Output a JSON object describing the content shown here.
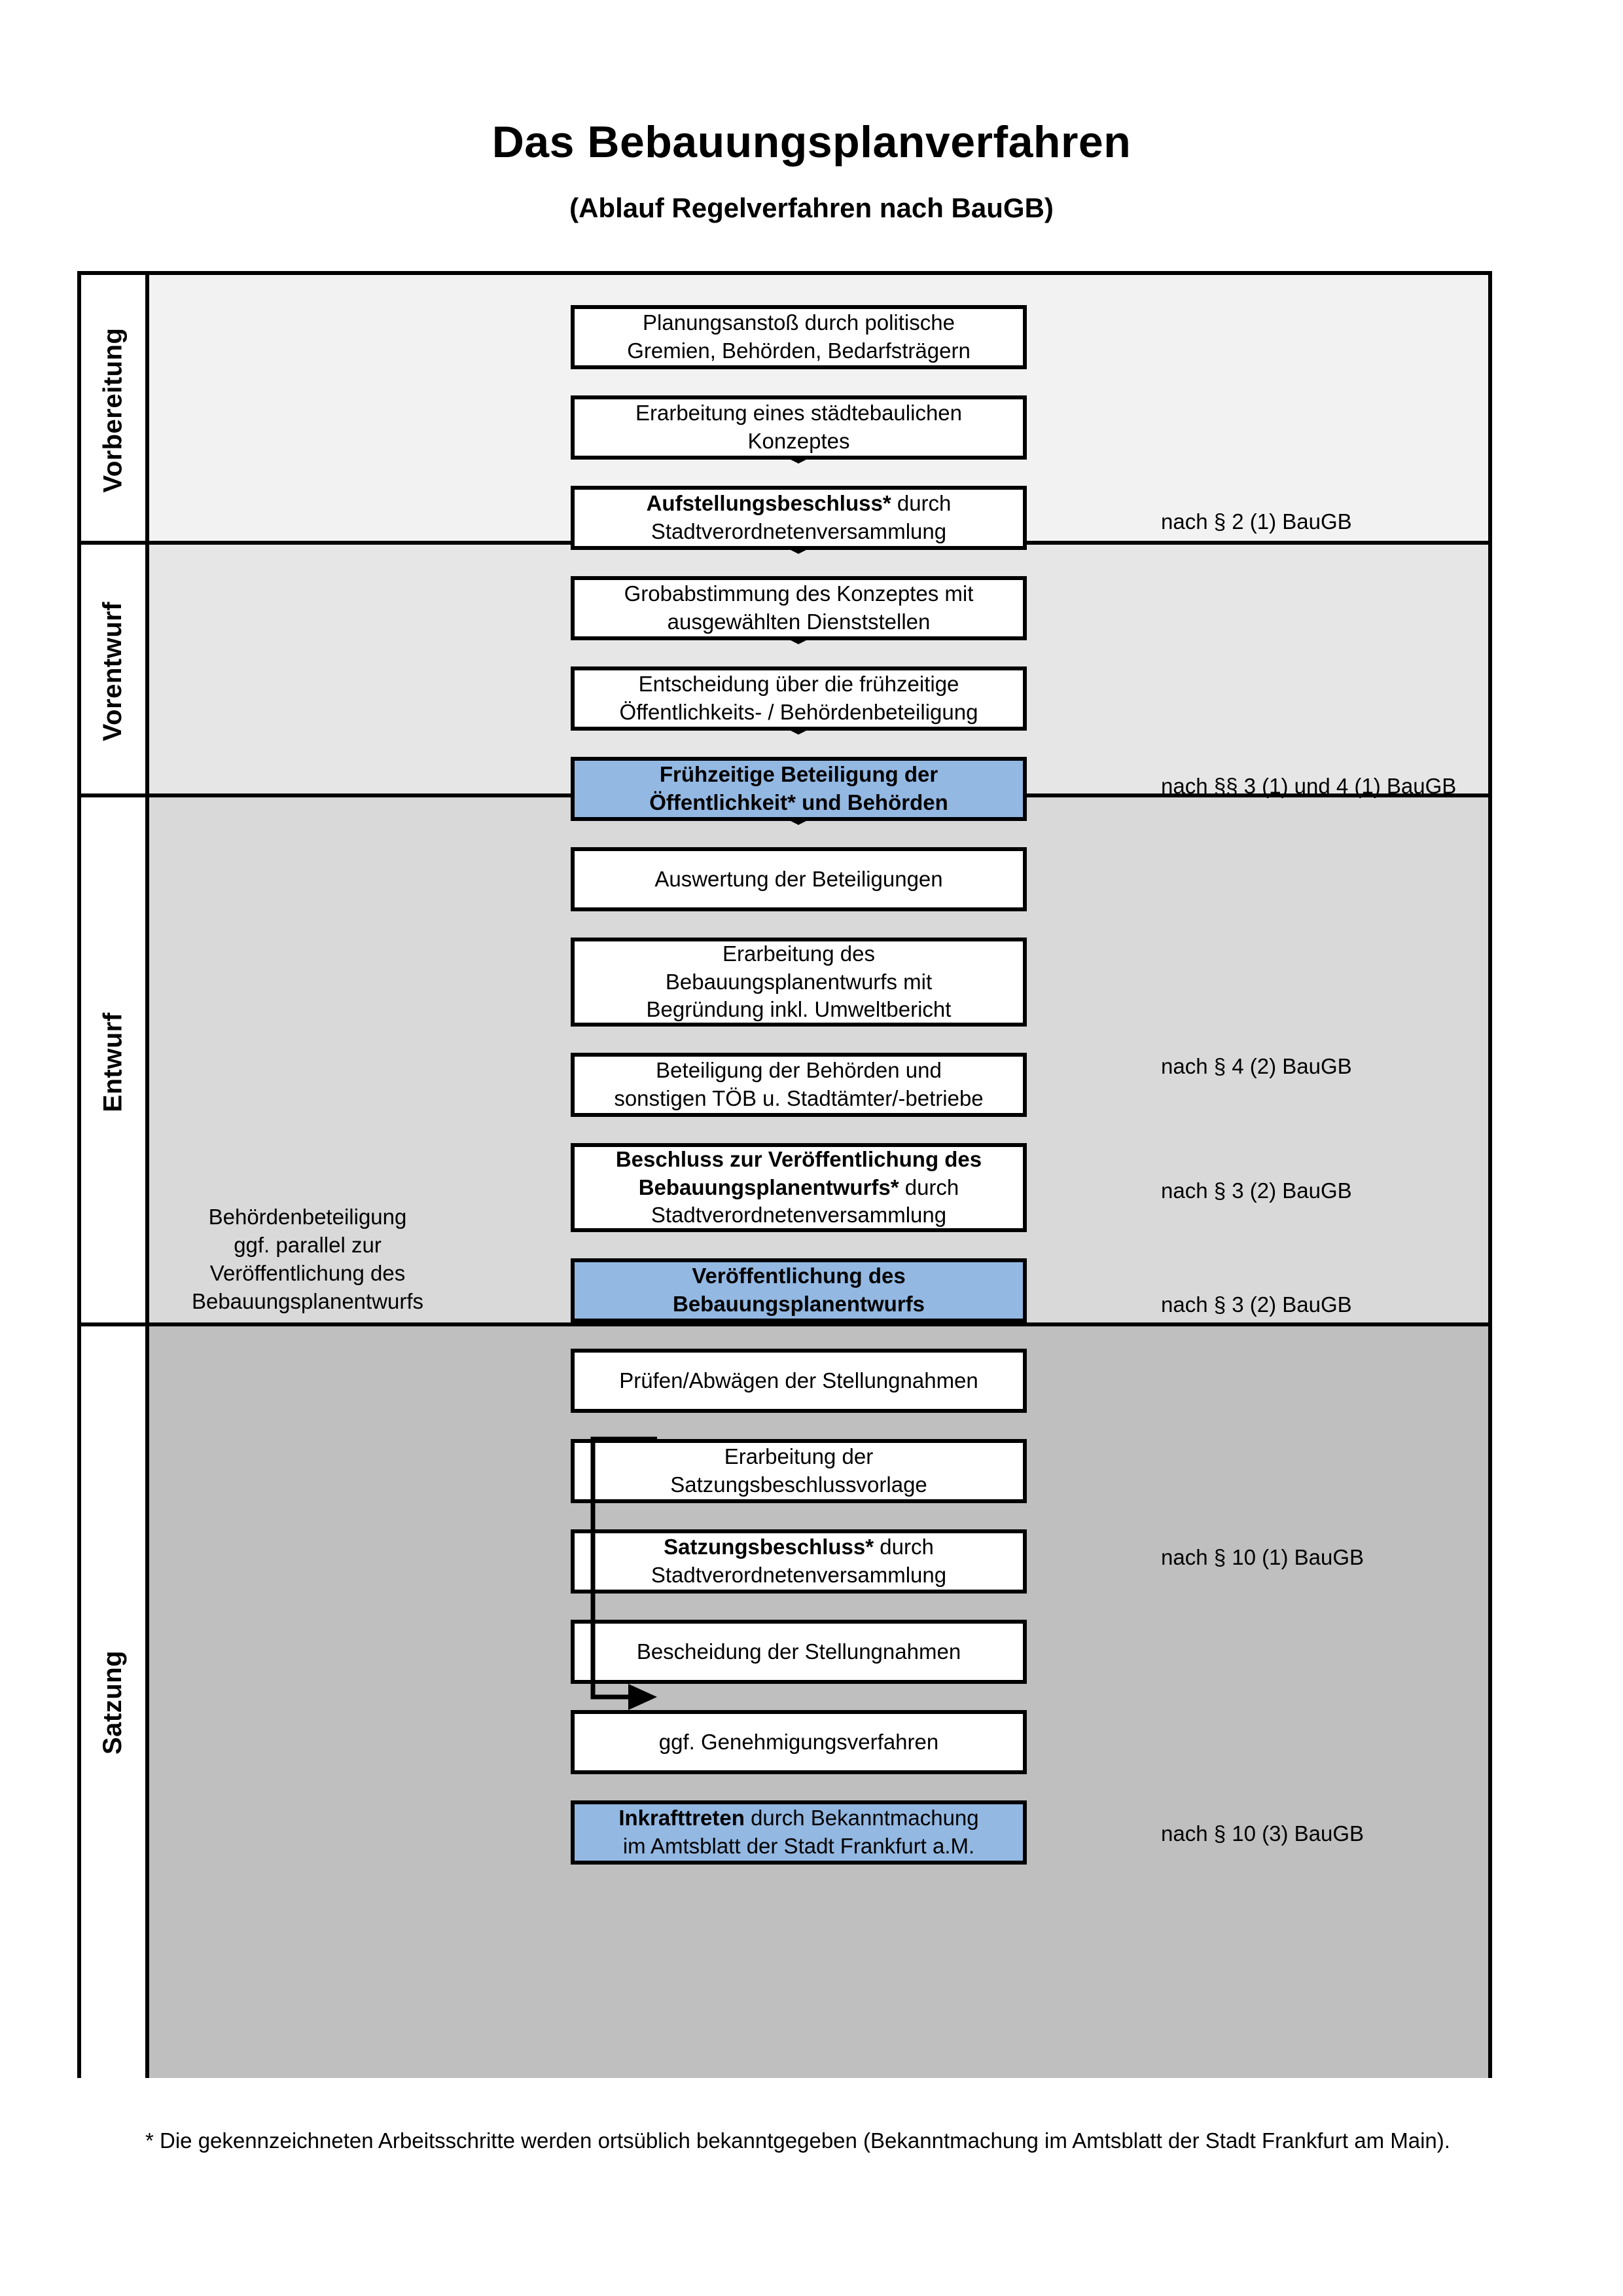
{
  "header": {
    "title": "Das Bebauungsplanverfahren",
    "subtitle": "(Ablauf Regelverfahren nach BauGB)"
  },
  "colors": {
    "highlight_blue": "#93b8e2",
    "band_vorbereitung": "#f2f2f2",
    "band_vorentwurf": "#e6e6e6",
    "band_entwurf": "#d9d9d9",
    "band_satzung": "#bfbfbf",
    "line": "#000000"
  },
  "phases": [
    {
      "id": "vorbereitung",
      "label": "Vorbereitung"
    },
    {
      "id": "vorentwurf",
      "label": "Vorentwurf"
    },
    {
      "id": "entwurf",
      "label": "Entwurf"
    },
    {
      "id": "satzung",
      "label": "Satzung"
    }
  ],
  "steps": [
    {
      "id": "s1",
      "phase": "vorbereitung",
      "highlight": false,
      "lines": [
        {
          "text": "Planungsanstoß durch politische",
          "bold": false
        },
        {
          "text": "Gremien, Behörden, Bedarfsträgern",
          "bold": false
        }
      ]
    },
    {
      "id": "s2",
      "phase": "vorbereitung",
      "highlight": false,
      "lines": [
        {
          "text": "Erarbeitung eines städtebaulichen",
          "bold": false
        },
        {
          "text": "Konzeptes",
          "bold": false
        }
      ]
    },
    {
      "id": "s3",
      "phase": "vorbereitung",
      "highlight": false,
      "lines": [
        {
          "text": "Aufstellungsbeschluss*",
          "bold": true,
          "suffix": " durch"
        },
        {
          "text": "Stadtverordnetenversammlung",
          "bold": false
        }
      ]
    },
    {
      "id": "s4",
      "phase": "vorentwurf",
      "highlight": false,
      "lines": [
        {
          "text": "Grobabstimmung des Konzeptes mit",
          "bold": false
        },
        {
          "text": "ausgewählten Dienststellen",
          "bold": false
        }
      ]
    },
    {
      "id": "s5",
      "phase": "vorentwurf",
      "highlight": false,
      "lines": [
        {
          "text": "Entscheidung über die frühzeitige",
          "bold": false
        },
        {
          "text": "Öffentlichkeits- / Behördenbeteiligung",
          "bold": false
        }
      ]
    },
    {
      "id": "s6",
      "phase": "vorentwurf",
      "highlight": true,
      "lines": [
        {
          "text": "Frühzeitige Beteiligung der",
          "bold": true
        },
        {
          "text": "Öffentlichkeit* und Behörden",
          "bold": true
        }
      ]
    },
    {
      "id": "s7",
      "phase": "entwurf",
      "highlight": false,
      "lines": [
        {
          "text": "Auswertung der Beteiligungen",
          "bold": false
        }
      ]
    },
    {
      "id": "s8",
      "phase": "entwurf",
      "highlight": false,
      "lines": [
        {
          "text": "Erarbeitung des",
          "bold": false
        },
        {
          "text": "Bebauungsplanentwurfs mit",
          "bold": false
        },
        {
          "text": "Begründung inkl. Umweltbericht",
          "bold": false
        }
      ]
    },
    {
      "id": "s9",
      "phase": "entwurf",
      "highlight": false,
      "lines": [
        {
          "text": "Beteiligung der Behörden und",
          "bold": false
        },
        {
          "text": "sonstigen TÖB u. Stadtämter/-betriebe",
          "bold": false
        }
      ]
    },
    {
      "id": "s10",
      "phase": "entwurf",
      "highlight": false,
      "lines": [
        {
          "text": "Beschluss zur Veröffentlichung des",
          "bold": true
        },
        {
          "text": "Bebauungsplanentwurfs*",
          "bold": true,
          "suffix": " durch"
        },
        {
          "text": "Stadtverordnetenversammlung",
          "bold": false
        }
      ]
    },
    {
      "id": "s11",
      "phase": "entwurf",
      "highlight": true,
      "lines": [
        {
          "text": "Veröffentlichung des",
          "bold": true
        },
        {
          "text": "Bebauungsplanentwurfs",
          "bold": true
        }
      ]
    },
    {
      "id": "s12",
      "phase": "satzung",
      "highlight": false,
      "lines": [
        {
          "text": "Prüfen/Abwägen der Stellungnahmen",
          "bold": false
        }
      ]
    },
    {
      "id": "s13",
      "phase": "satzung",
      "highlight": false,
      "lines": [
        {
          "text": "Erarbeitung der",
          "bold": false
        },
        {
          "text": "Satzungsbeschlussvorlage",
          "bold": false
        }
      ]
    },
    {
      "id": "s14",
      "phase": "satzung",
      "highlight": false,
      "lines": [
        {
          "text": "Satzungsbeschluss*",
          "bold": true,
          "suffix": " durch"
        },
        {
          "text": "Stadtverordnetenversammlung",
          "bold": false
        }
      ]
    },
    {
      "id": "s15",
      "phase": "satzung",
      "highlight": false,
      "lines": [
        {
          "text": "Bescheidung der Stellungnahmen",
          "bold": false
        }
      ]
    },
    {
      "id": "s16",
      "phase": "satzung",
      "highlight": false,
      "lines": [
        {
          "text": "ggf. Genehmigungsverfahren",
          "bold": false
        }
      ]
    },
    {
      "id": "s17",
      "phase": "satzung",
      "highlight": true,
      "lines": [
        {
          "text": "Inkrafttreten",
          "bold": true,
          "suffix": " durch Bekanntmachung"
        },
        {
          "text": "im Amtsblatt der Stadt Frankfurt a.M.",
          "bold": false
        }
      ]
    }
  ],
  "law_refs": [
    {
      "id": "r1",
      "text": "nach § 2 (1) BauGB"
    },
    {
      "id": "r2",
      "text": "nach §§ 3 (1) und 4 (1) BauGB"
    },
    {
      "id": "r3",
      "text": "nach § 4 (2) BauGB"
    },
    {
      "id": "r4",
      "text": "nach § 3 (2) BauGB"
    },
    {
      "id": "r5",
      "text": "nach § 3 (2) BauGB"
    },
    {
      "id": "r6",
      "text": "nach § 10 (1) BauGB"
    },
    {
      "id": "r7",
      "text": "nach § 10 (3) BauGB"
    }
  ],
  "side_note": {
    "lines": [
      "Behördenbeteiligung",
      "ggf. parallel zur",
      "Veröffentlichung des",
      "Bebauungsplanentwurfs"
    ]
  },
  "footnote": {
    "text": "* Die gekennzeichneten Arbeitsschritte werden ortsüblich bekanntgegeben (Bekanntmachung im Amtsblatt  der Stadt Frankfurt am Main)."
  }
}
